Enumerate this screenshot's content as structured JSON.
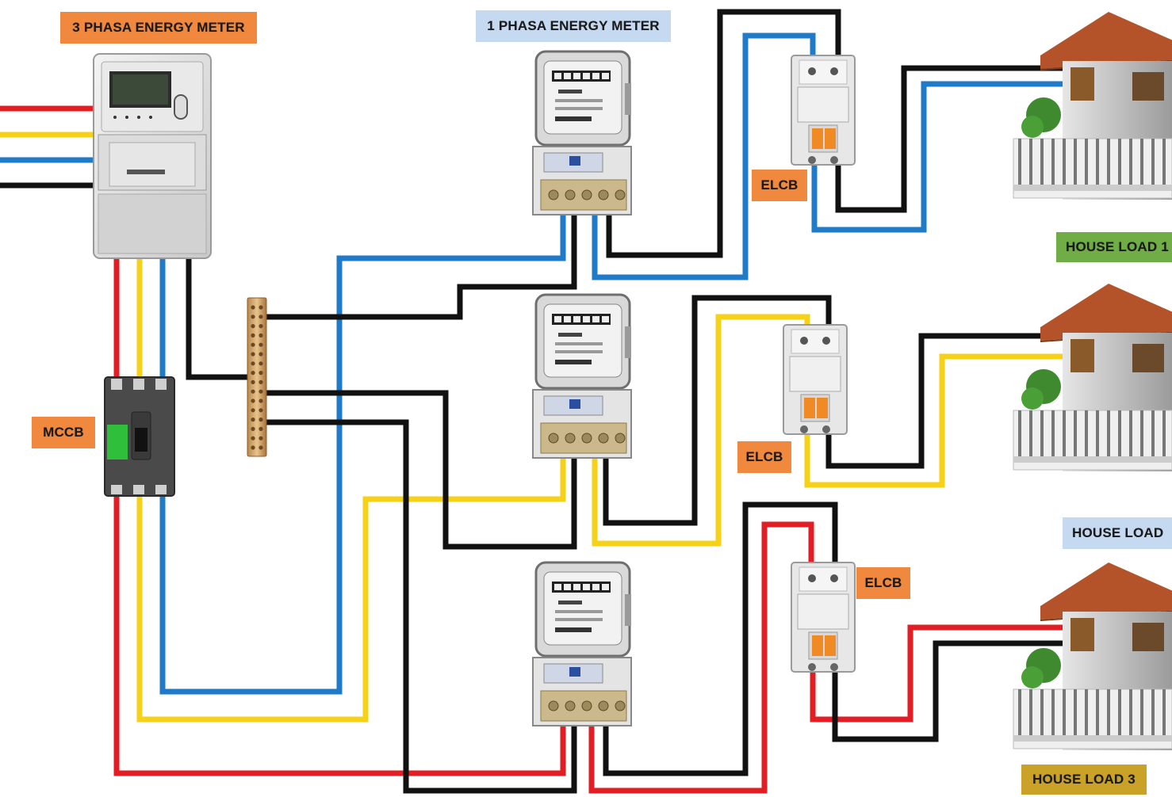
{
  "labels": {
    "three_phase_meter": "3 PHASA ENERGY METER",
    "single_phase_meter": "1 PHASA ENERGY METER",
    "mccb": "MCCB",
    "elcb_1": "ELCB",
    "elcb_2": "ELCB",
    "elcb_3": "ELCB",
    "house_load_1": "HOUSE LOAD 1",
    "house_load_2": "HOUSE LOAD",
    "house_load_3": "HOUSE LOAD 3"
  },
  "colors": {
    "tag_orange": "#f0883e",
    "tag_light_blue": "#c5d9f1",
    "tag_green": "#70ad47",
    "tag_gold": "#c9a227",
    "wire_red": "#e21d24",
    "wire_yellow": "#f7d117",
    "wire_blue": "#1f7ac8",
    "wire_black": "#111111"
  },
  "icons": {
    "three_phase_meter": "three-phase-meter-icon",
    "single_phase_meter": "single-phase-meter-icon",
    "mccb": "mccb-breaker-icon",
    "busbar": "neutral-busbar-icon",
    "elcb": "elcb-breaker-icon",
    "house": "house-icon"
  }
}
